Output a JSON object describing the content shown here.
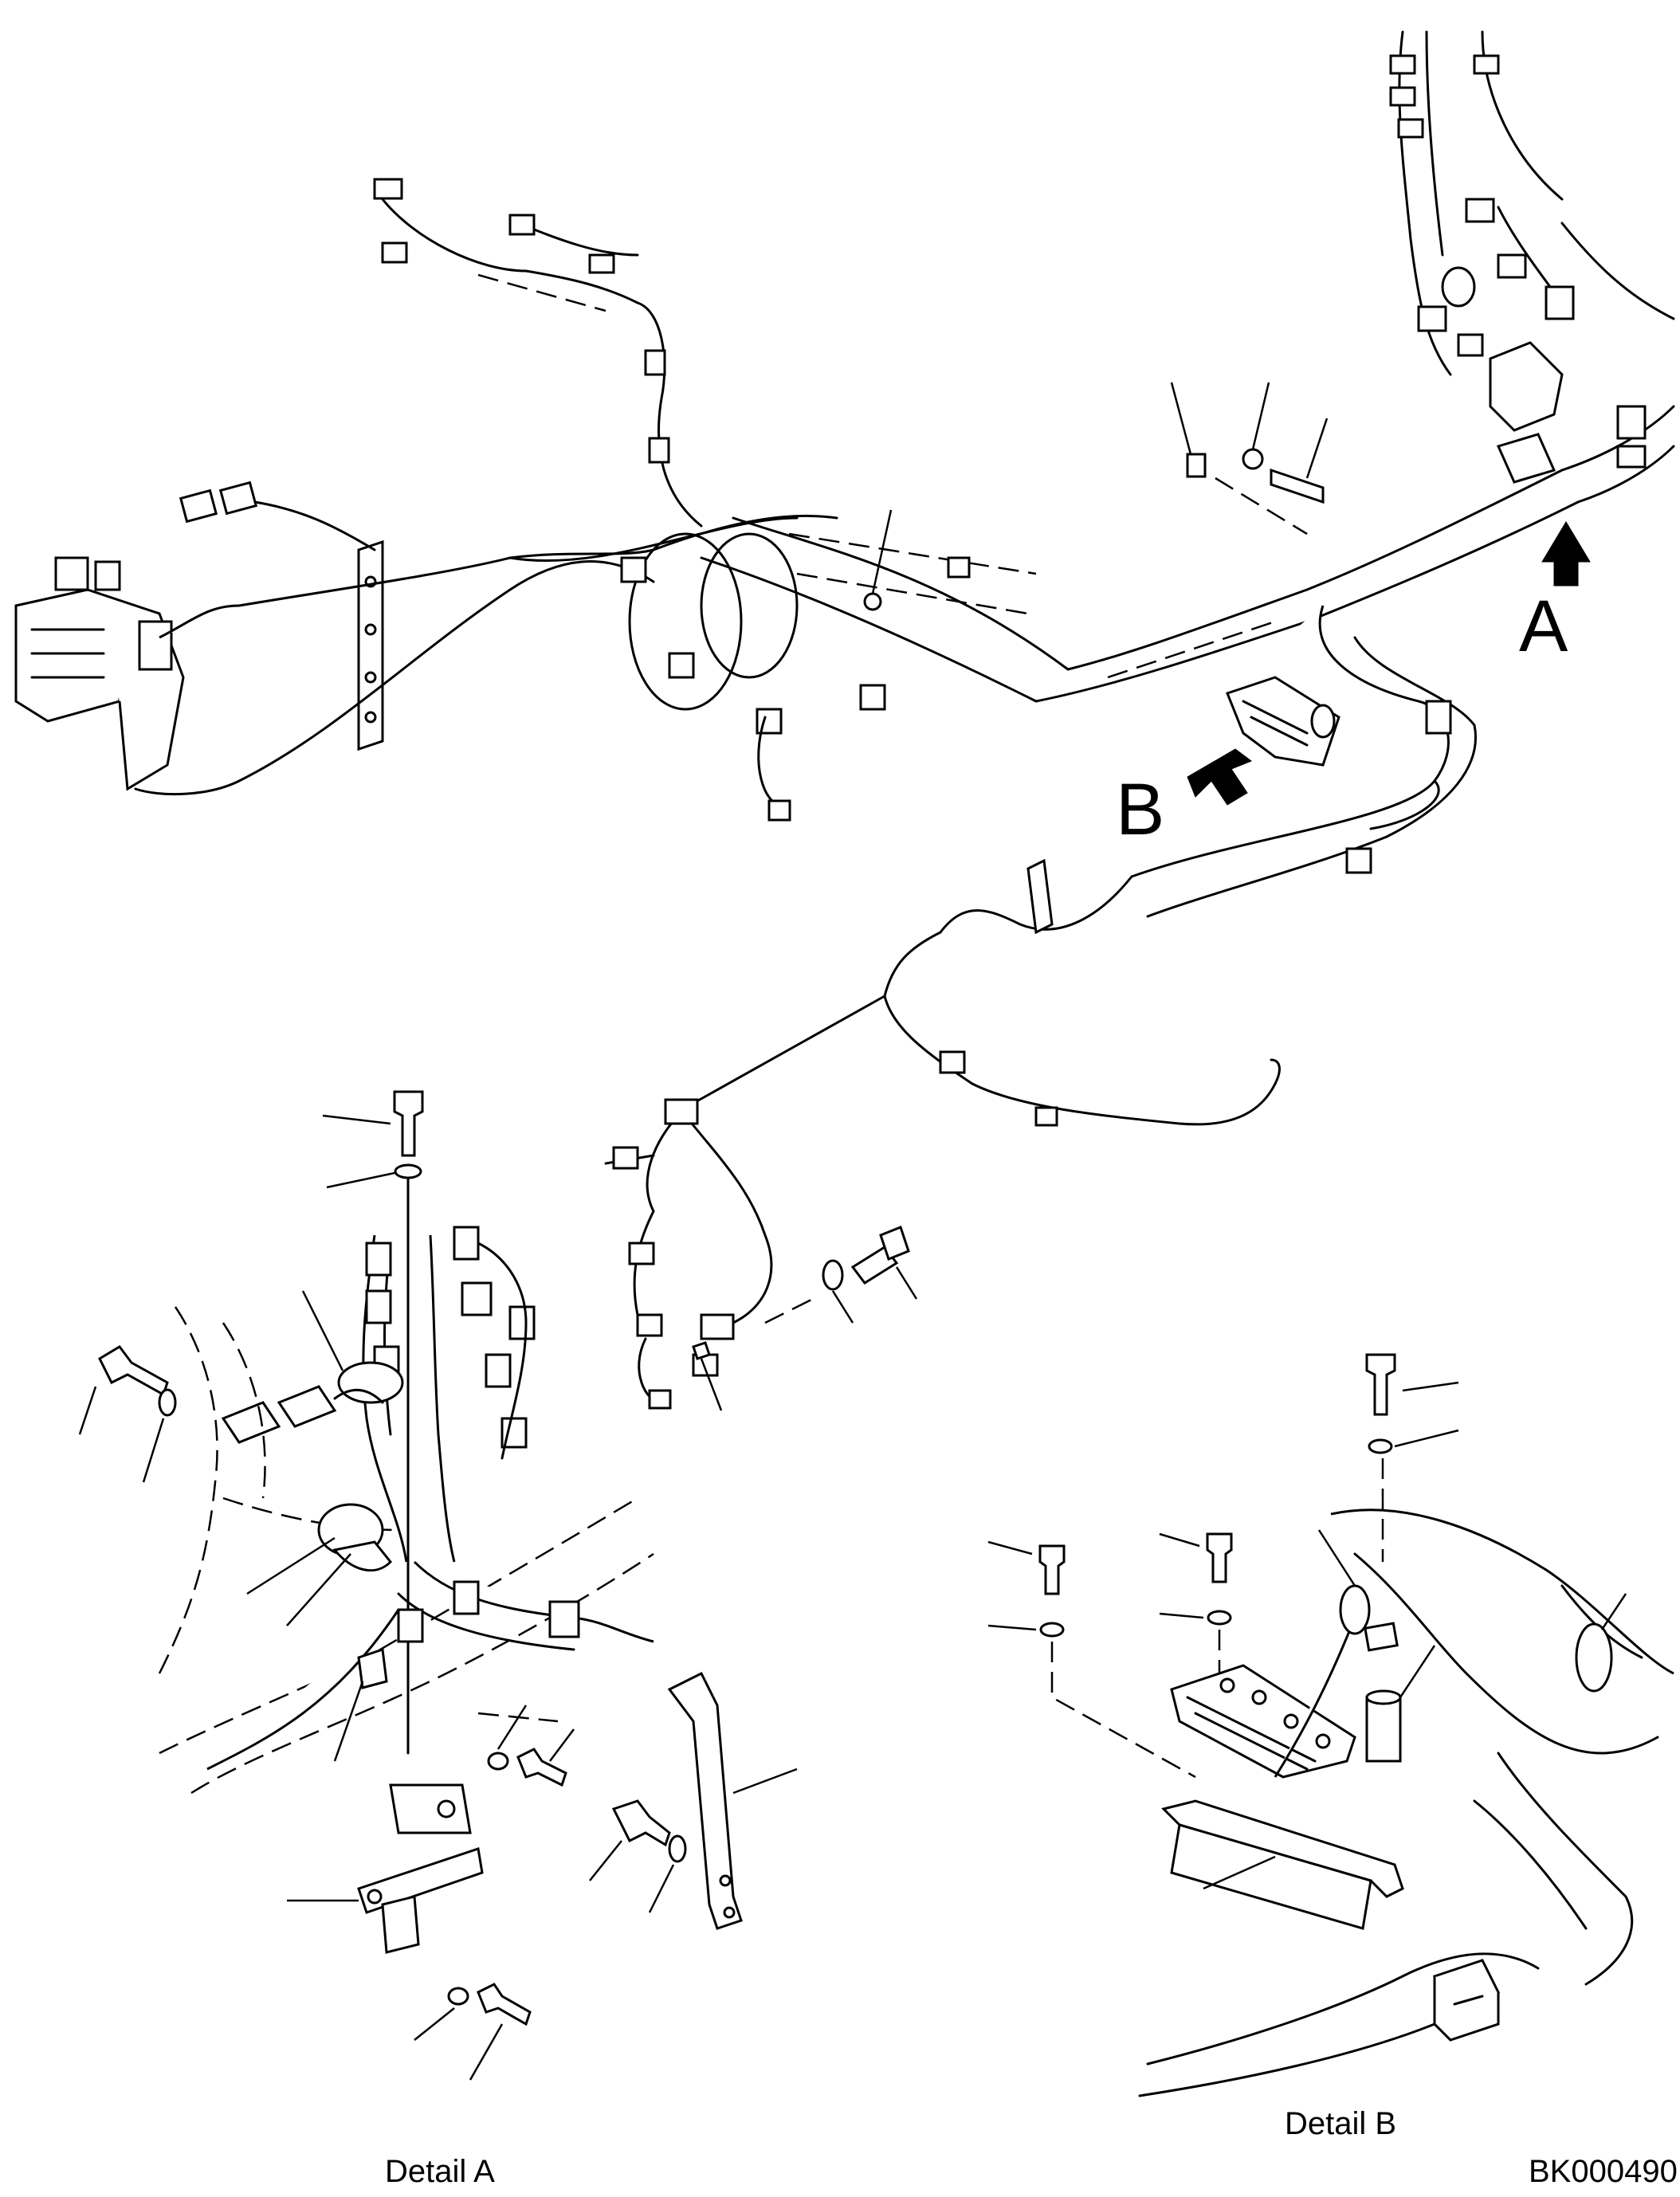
{
  "labels": {
    "view_a": "A",
    "view_b": "B",
    "detail_a": "Detail A",
    "detail_b": "Detail B",
    "drawing_code": "BK000490"
  }
}
